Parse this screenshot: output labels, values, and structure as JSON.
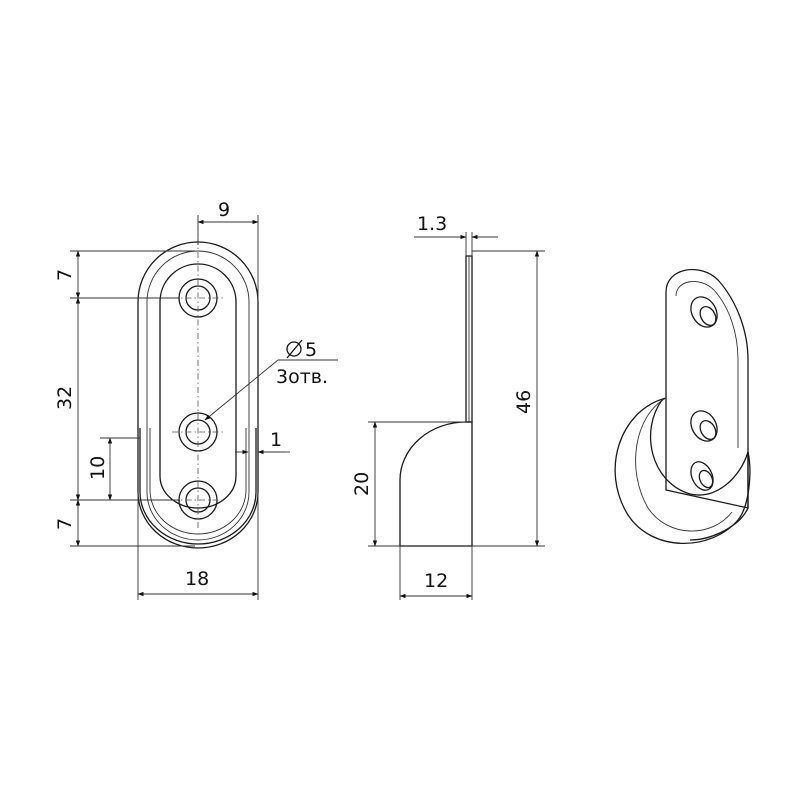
{
  "front_view": {
    "dim_top_width": "9",
    "dim_top_offset": "7",
    "dim_hole_spacing": "32",
    "dim_lower_offset": "10",
    "dim_bottom_offset": "7",
    "dim_overall_width": "18",
    "dim_wall": "1",
    "hole_diameter": "5",
    "hole_count": "3отв."
  },
  "side_view": {
    "dim_thickness": "1.3",
    "dim_height": "46",
    "dim_cup_height": "20",
    "dim_depth": "12"
  },
  "perspective_view": {}
}
